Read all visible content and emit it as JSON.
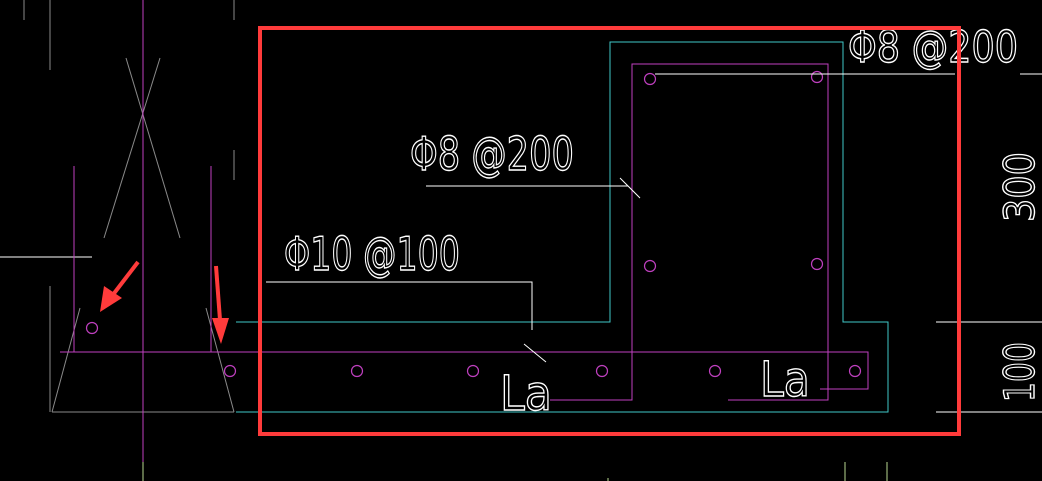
{
  "colors": {
    "background": "#000000",
    "rebar": "#c040c0",
    "concrete_outline": "#40c8c8",
    "leader": "#ffffff",
    "highlight_box": "#ff3b3b",
    "arrow": "#ff3b3b",
    "hatch": "#8a8a8a",
    "axis_green": "#b8d890"
  },
  "labels": {
    "top_stirrup": "Φ8 @200",
    "mid_stirrup": "Φ8 @200",
    "main_bar": "Φ10 @100",
    "anchor_left": "La",
    "anchor_right": "La",
    "dim_upper": "300",
    "dim_lower": "100"
  },
  "icons": {
    "arrow_left": "arrow-down-left-icon",
    "arrow_right": "arrow-down-icon"
  }
}
